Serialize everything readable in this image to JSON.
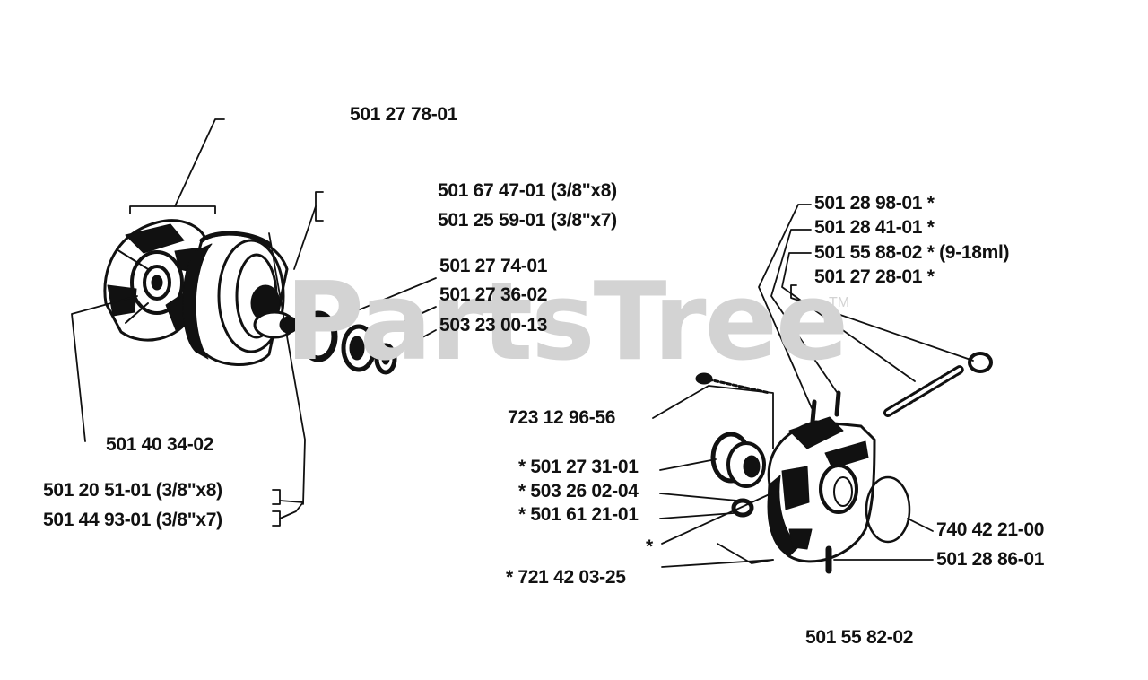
{
  "watermark": {
    "text": "PartsTree",
    "tm": "TM",
    "color": "#d3d3d3"
  },
  "labels": {
    "clutch_assembly": "501 27 78-01",
    "sprocket_rim_8": "501 67 47-01 (3/8\"x8)",
    "sprocket_rim_7": "501 25 59-01 (3/8\"x7)",
    "needle_bearing": "501 27 74-01",
    "washer": "501 27 36-02",
    "lock_washer": "503 23 00-13",
    "clutch_shoe": "501 40 34-02",
    "clutch_drum_8": "501 20 51-01 (3/8\"x8)",
    "clutch_drum_7": "501 44 93-01 (3/8\"x7)",
    "oil_pump_part_1": "501 28 98-01  *",
    "oil_pump_part_2": "501 28 41-01  *",
    "oil_pump_part_3": "501 55 88-02  * (9-18ml)",
    "oil_pump_part_4": "501 27 28-01  *",
    "screw": "723 12 96-56",
    "worm_gear": "*  501 27 31-01",
    "spring": "*  503 26 02-04",
    "plunger": "*  501 61 21-01",
    "star_marker": "*",
    "pin": "*  721 42 03-25",
    "o_ring": "740 42 21-00",
    "oil_hose": "501 28 86-01",
    "oil_pump_assembly": "501 55 82-02"
  }
}
